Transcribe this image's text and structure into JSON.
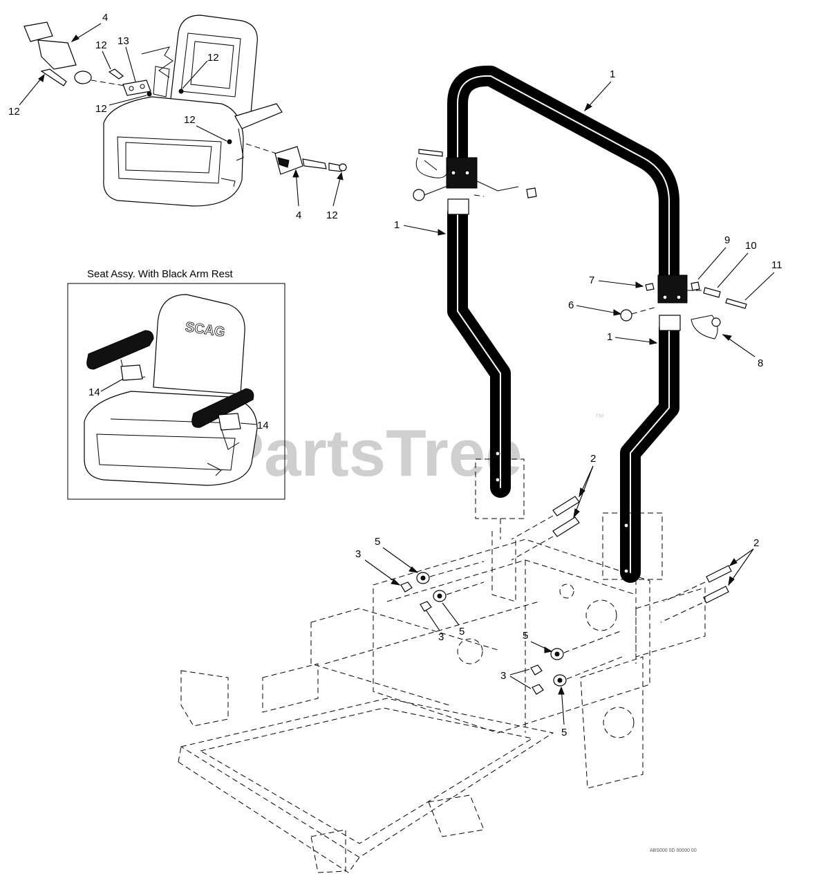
{
  "inset": {
    "title": "Seat Assy. With Black Arm Rest"
  },
  "watermark": {
    "text": "PartsTree",
    "trademark": "™"
  },
  "drawing_code": "ABS000 0D 00000 00",
  "callouts": {
    "c1_top": "1",
    "c1_left": "1",
    "c1_right": "1",
    "c2_left": "2",
    "c2_right": "2",
    "c3_a": "3",
    "c3_b": "3",
    "c3_c": "3",
    "c4_top": "4",
    "c4_bottom": "4",
    "c5_a": "5",
    "c5_b": "5",
    "c5_c": "5",
    "c5_d": "5",
    "c6": "6",
    "c7": "7",
    "c8": "8",
    "c9": "9",
    "c10": "10",
    "c11": "11",
    "c12_a": "12",
    "c12_b": "12",
    "c12_c": "12",
    "c12_d": "12",
    "c12_e": "12",
    "c12_f": "12",
    "c13": "13",
    "c14_a": "14",
    "c14_b": "14"
  }
}
